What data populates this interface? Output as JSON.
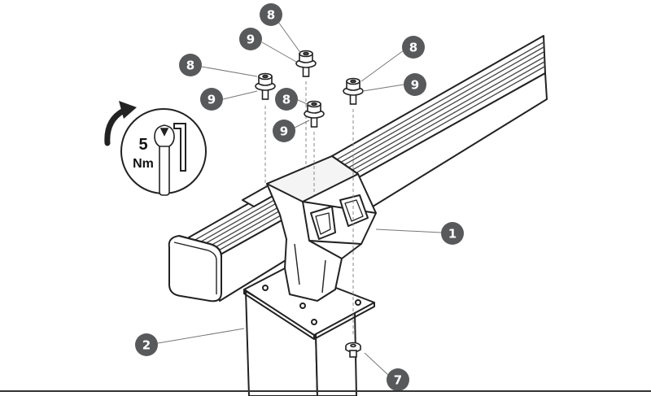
{
  "callouts": {
    "c1": "1",
    "c2": "2",
    "c7": "7",
    "c8a": "8",
    "c8b": "8",
    "c8c": "8",
    "c8d": "8",
    "c9a": "9",
    "c9b": "9",
    "c9c": "9",
    "c9d": "9"
  },
  "torque": {
    "value": "5",
    "unit": "Nm"
  },
  "icons": {
    "rotation": "clockwise-arrow-icon",
    "wrench": "wrench-icon",
    "allen_key": "allen-key-icon"
  },
  "colors": {
    "callout_fill": "#58595b",
    "line": "#222222",
    "leader": "#777777"
  }
}
